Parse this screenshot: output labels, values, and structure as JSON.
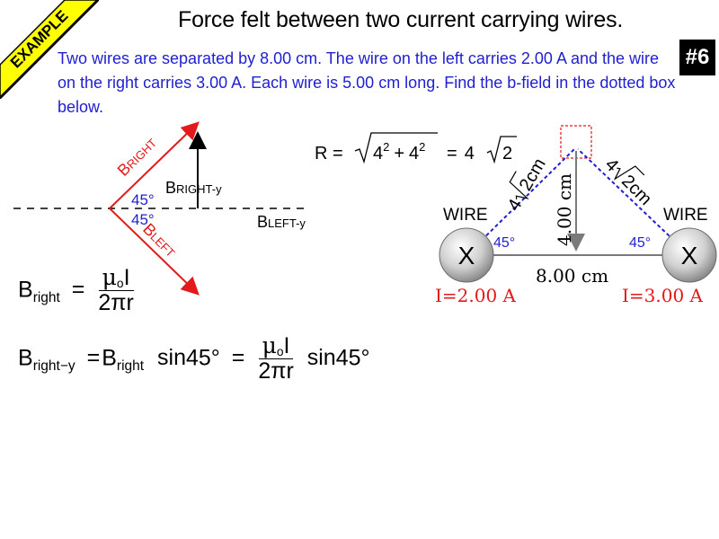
{
  "banner": {
    "label": "EXAMPLE",
    "color": "#ffff00"
  },
  "title": "Force felt between two current carrying wires.",
  "problem_number": "#6",
  "problem_text": "Two wires are separated by 8.00 cm. The wire on the left carries 2.00 A and the wire on the right carries 3.00 A. Each wire is 5.00 cm long. Find the b-field in the dotted box below.",
  "vector_diagram": {
    "b_right": {
      "base": "B",
      "sub": "RIGHT"
    },
    "b_left": {
      "base": "B",
      "sub": "LEFT"
    },
    "b_right_y": {
      "base": "B",
      "sub": "RIGHT-y"
    },
    "b_left_y": {
      "base": "B",
      "sub": "LEFT-y"
    },
    "angle_top": "45°",
    "angle_bottom": "45°"
  },
  "r_equation": {
    "lhs": "R =",
    "term1": "4",
    "plus": "+",
    "term2": "4",
    "exp": "2",
    "eq": "=",
    "coef": "4",
    "rad": "2"
  },
  "wires_diagram": {
    "left_wire_label": "WIRE",
    "right_wire_label": "WIRE",
    "left_symbol": "X",
    "right_symbol": "X",
    "left_current": "I=2.00 A",
    "right_current": "I=3.00 A",
    "left_angle": "45°",
    "right_angle": "45°",
    "separation": "8.00 cm",
    "height": "4.00 cm",
    "hyp_coef": "4",
    "hyp_rad": "2",
    "hyp_unit": "cm"
  },
  "eq1": {
    "base": "B",
    "sub": "right",
    "eq": "=",
    "mu": "μ",
    "mu_sub": "o",
    "i": "I",
    "den": "2πr"
  },
  "eq2": {
    "base": "B",
    "sub": "right−y",
    "eq": "=",
    "base2": "B",
    "sub2": "right",
    "sin1": "sin",
    "ang1": "45°",
    "eq2": "=",
    "mu": "μ",
    "mu_sub": "o",
    "i": "I",
    "den": "2πr",
    "sin2": "sin",
    "ang2": "45°"
  },
  "colors": {
    "blue": "#1f1fd0",
    "red": "#e21a1a",
    "ball_gray": "#c8c8c8"
  }
}
